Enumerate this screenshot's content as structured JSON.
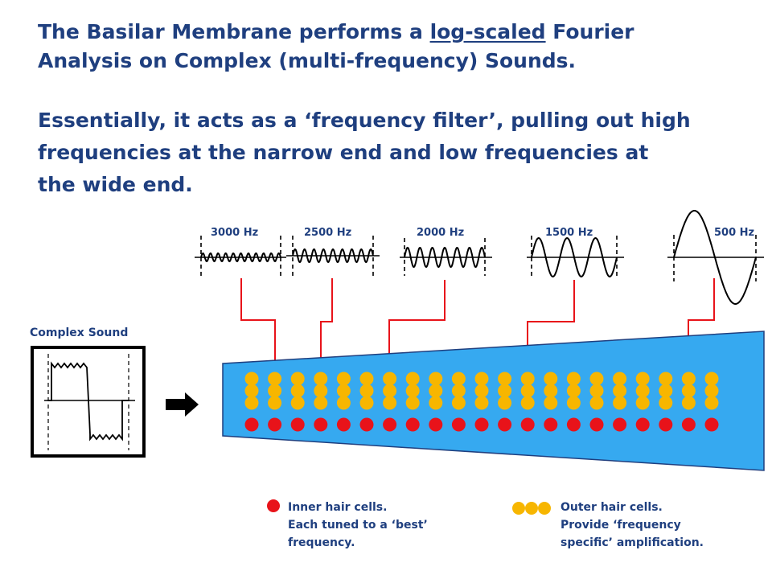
{
  "title": {
    "line1_pre": "The Basilar Membrane performs a ",
    "line1_underlined": "log-scaled",
    "line1_post": " Fourier",
    "line2": "Analysis on Complex (multi-frequency) Sounds."
  },
  "subtitle": {
    "line1": "Essentially, it acts as a ‘frequency filter’, pulling out high",
    "line2": "frequencies at the narrow end and low frequencies at",
    "line3": "the wide end."
  },
  "frequencies": [
    "3000 Hz",
    "2500 Hz",
    "2000 Hz",
    "1500 Hz",
    "500 Hz"
  ],
  "complex_sound_label": "Complex Sound",
  "legend": {
    "inner": {
      "line1": "Inner hair cells.",
      "line2": "Each tuned to a ‘best’",
      "line3": "frequency."
    },
    "outer": {
      "line1": "Outer hair cells.",
      "line2": "Provide ‘frequency",
      "line3": "specific’ amplification."
    }
  },
  "colors": {
    "title_text": "#1F3F7F",
    "membrane": "#36A9F0",
    "inner_hair_cell": "#E8131A",
    "outer_hair_cell": "#F7B600",
    "connector": "#E8131A"
  }
}
